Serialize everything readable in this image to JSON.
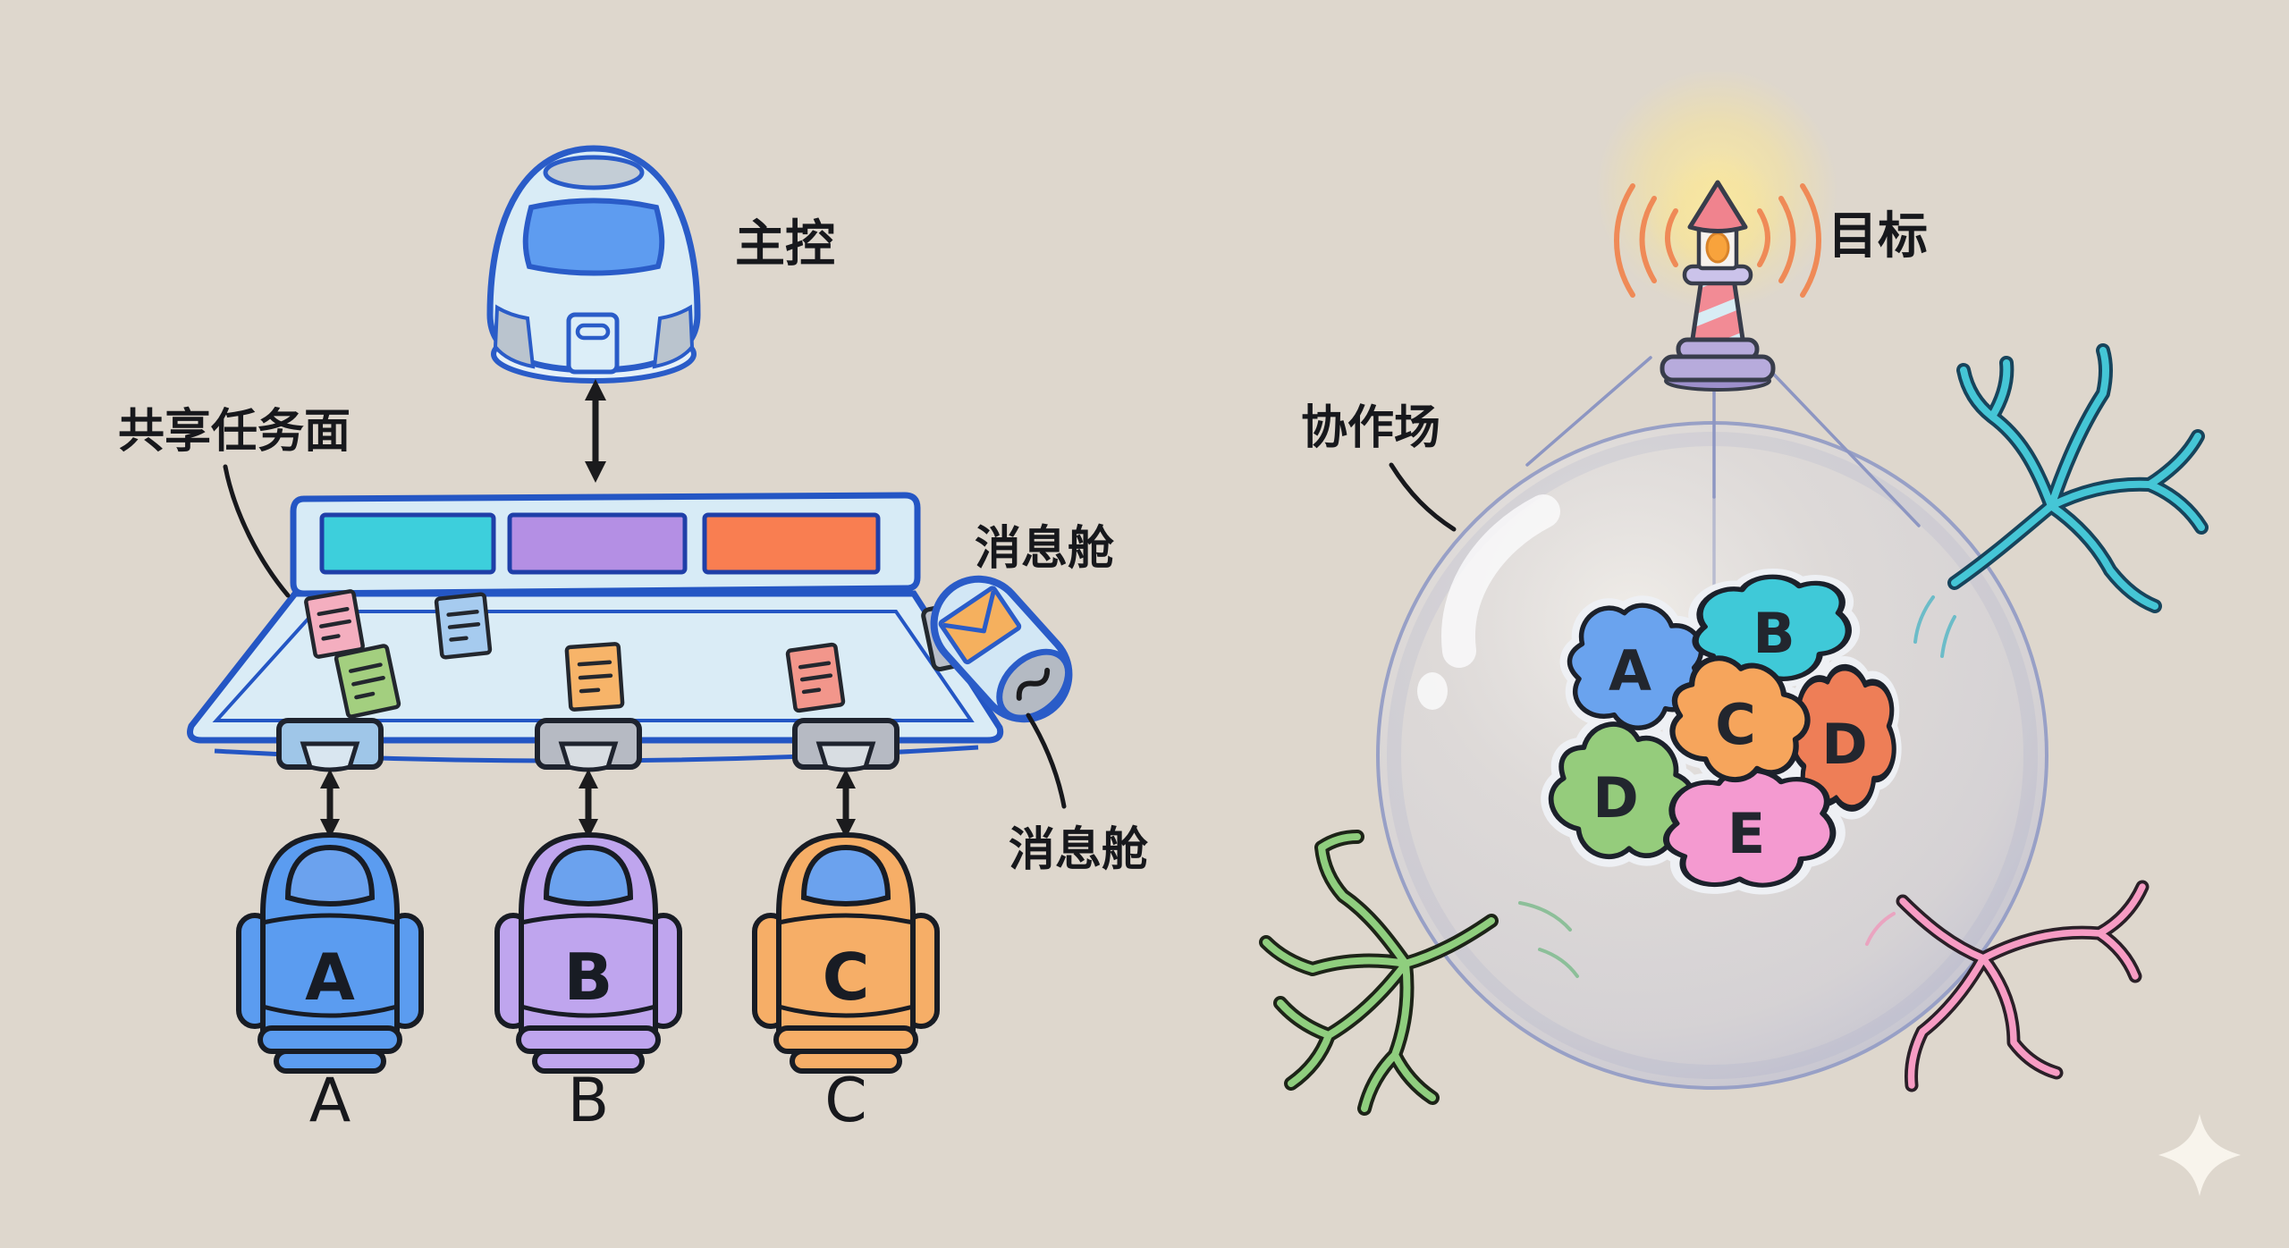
{
  "palette": {
    "background": "#ded7cd",
    "outline_blue": "#2a5cc8",
    "ink": "#17181c",
    "board_fill": "#d9ecf6",
    "visor_blue": "#6ba2ee",
    "bubble_rim": "#98a0c6",
    "glow_yellow": "#f7e49a"
  },
  "icons": {
    "master": "robot-capsule-icon",
    "goal": "lighthouse-icon",
    "message": "envelope-icon",
    "sparkle": "four-point-star-icon",
    "agents": "robot-icon",
    "field": "bubble-icon",
    "connectors": "double-arrow-icon"
  },
  "left": {
    "master": {
      "label": "主控"
    },
    "board": {
      "label": "共享任务面",
      "columns": [
        "#3dcfdc",
        "#b48fe4",
        "#f97e51"
      ],
      "sticky_notes": [
        "#f4aebf",
        "#a6cbef",
        "#a3cf7f",
        "#f7b469",
        "#f2968b"
      ],
      "ports": [
        "#9fc6e8",
        "#b6bac3",
        "#b6bac3"
      ]
    },
    "message_pod": {
      "label_top": "消息舱",
      "label_bottom": "消息舱",
      "envelope_color": "#f5b05e"
    },
    "agents": [
      {
        "letter": "A",
        "label": "A",
        "color": "#5b9cf0"
      },
      {
        "letter": "B",
        "label": "B",
        "color": "#bfa5ee"
      },
      {
        "letter": "C",
        "label": "C",
        "color": "#f6ae67"
      }
    ]
  },
  "right": {
    "goal": {
      "label": "目标"
    },
    "field": {
      "label": "协作场"
    },
    "blobs": [
      {
        "letter": "A",
        "color": "#6aa3ee"
      },
      {
        "letter": "B",
        "color": "#3fc9d8"
      },
      {
        "letter": "C",
        "color": "#f6a55c"
      },
      {
        "letter": "D",
        "color": "#ee7e57"
      },
      {
        "letter": "D",
        "color": "#95cc7c"
      },
      {
        "letter": "E",
        "color": "#f49ad0"
      }
    ],
    "branches": [
      {
        "name": "teal",
        "color": "#45c6d6"
      },
      {
        "name": "green",
        "color": "#8fce7e"
      },
      {
        "name": "pink",
        "color": "#f79cc4"
      }
    ],
    "sparkle": {
      "color": "#f8f4ec"
    }
  }
}
